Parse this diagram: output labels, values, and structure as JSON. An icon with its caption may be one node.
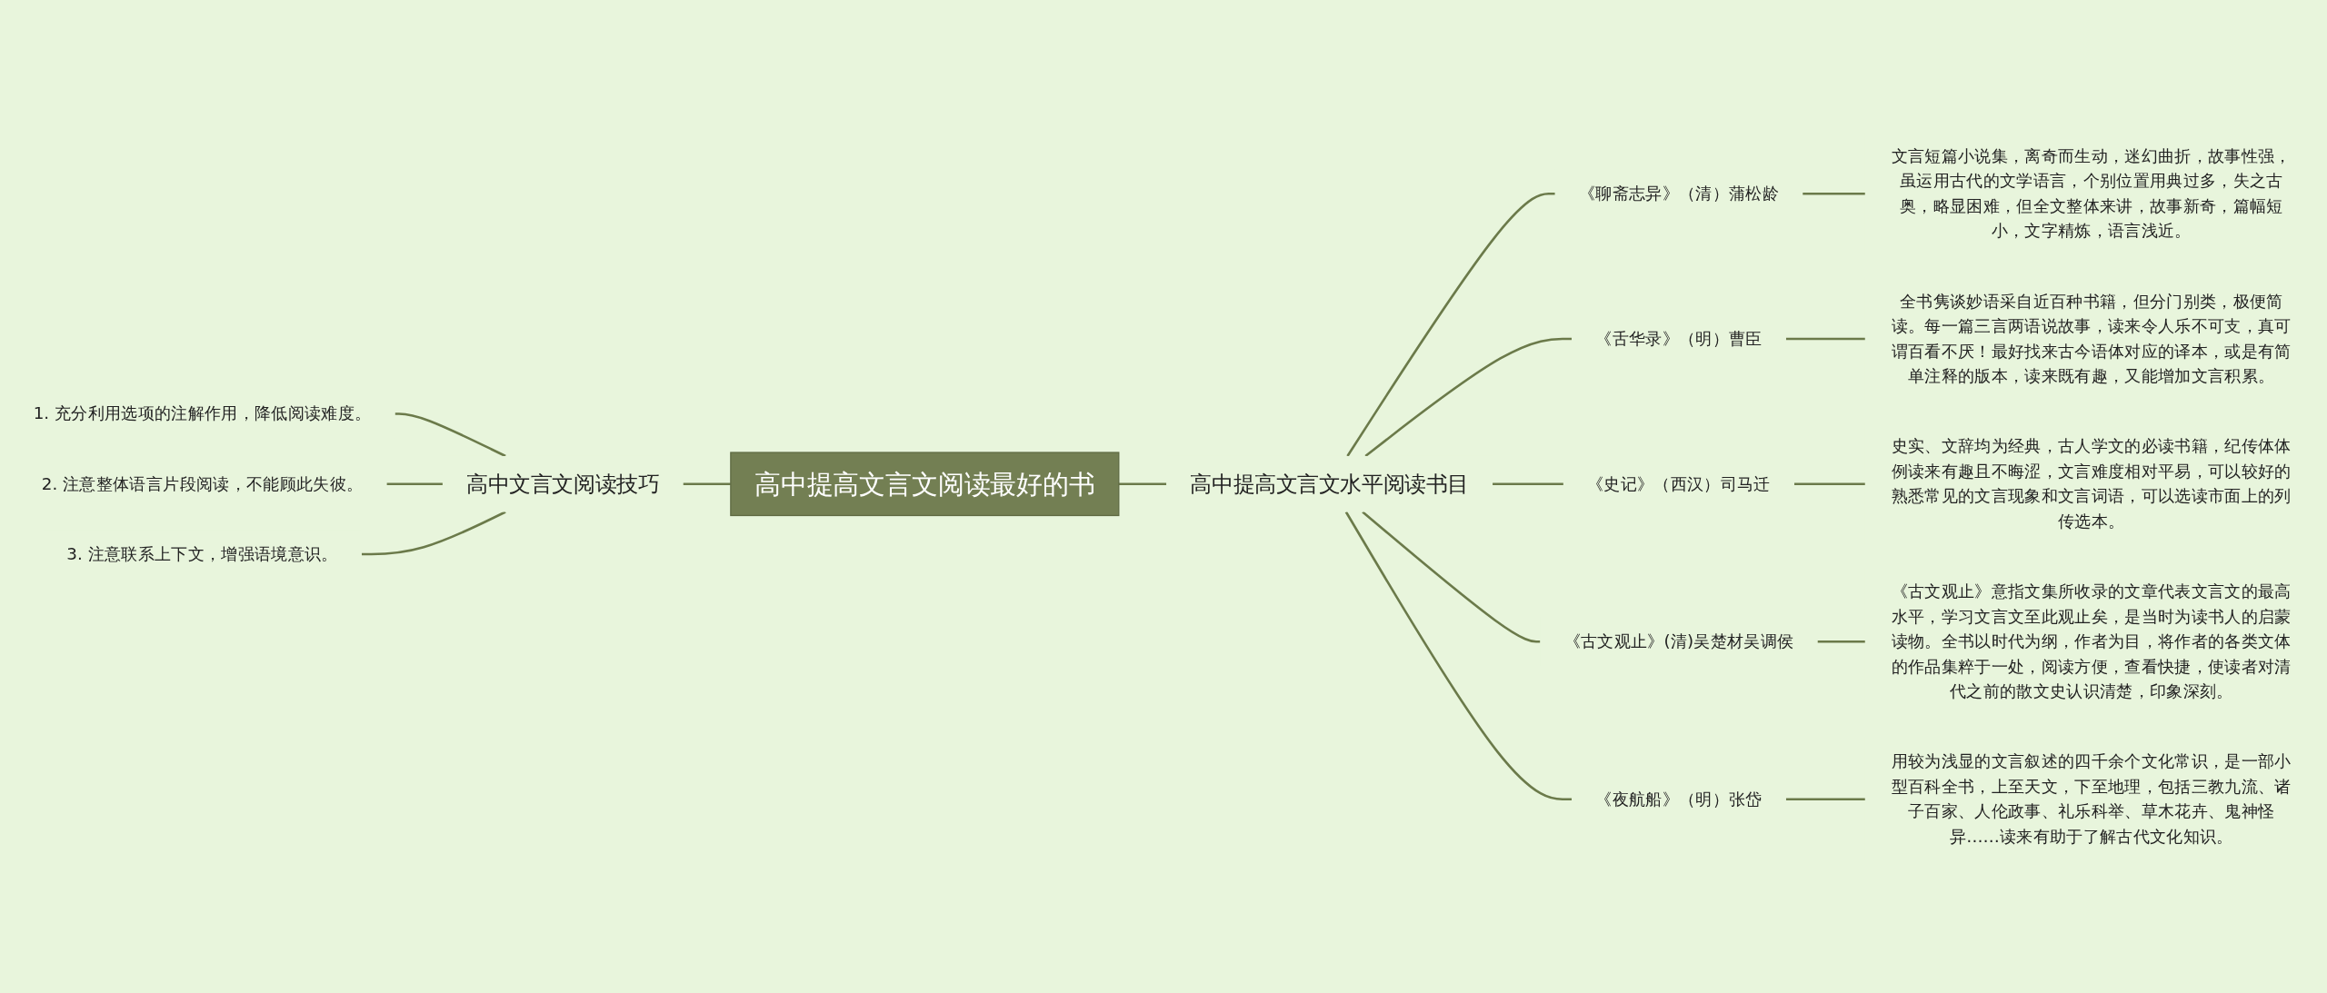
{
  "diagram": {
    "nodes": [
      {
        "text": [
          "高中提高文言文阅读最好的书"
        ]
      },
      {
        "text": [
          "高中文言文阅读技巧"
        ]
      },
      {
        "text": [
          "1. 充分利用选项的注解作用，降低阅读难度。"
        ]
      },
      {
        "text": [
          "2. 注意整体语言片段阅读，不能顾此失彼。"
        ]
      },
      {
        "text": [
          "3. 注意联系上下文，增强语境意识。"
        ]
      },
      {
        "text": [
          "高中提高文言文水平阅读书目"
        ]
      },
      {
        "text": [
          "《聊斋志异》（清）蒲松龄"
        ]
      },
      {
        "text": [
          "文言短篇小说集，离奇而生动，迷幻曲折，故事性强，虽运用古代的文学语言，个别位置用典过多，失之古奥，略显困难，但全文整体来讲，故事新奇，篇幅短小，文字精炼，语言浅近。"
        ]
      },
      {
        "text": [
          "《舌华录》（明）曹臣"
        ]
      },
      {
        "text": [
          "全书隽谈妙语采自近百种书籍，但分门别类，极便简读。每一篇三言两语说故事，读来令人乐不可支，真可谓百看不厌！最好找来古今语体对应的译本，或是有简单注释的版本，读来既有趣，又能增加文言积累。"
        ]
      },
      {
        "text": [
          "《史记》（西汉）司马迁"
        ]
      },
      {
        "text": [
          "史实、文辞均为经典，古人学文的必读书籍，纪传体体例读来有趣且不晦涩，文言难度相对平易，可以较好的熟悉常见的文言现象和文言词语，可以选读市面上的列传选本。"
        ]
      },
      {
        "text": [
          "《古文观止》(清)吴楚材吴调侯"
        ]
      },
      {
        "text": [
          "《古文观止》意指文集所收录的文章代表文言文的最高水平，学习文言文至此观止矣，是当时为读书人的启蒙读物。全书以时代为纲，作者为目，将作者的各类文体的作品集粹于一处，阅读方便，查看快捷，使读者对清代之前的散文史认识清楚，印象深刻。"
        ]
      },
      {
        "text": [
          "《夜航船》（明）张岱"
        ]
      },
      {
        "text": [
          "用较为浅显的文言叙述的四千余个文化常识，是一部小型百科全书，上至天文，下至地理，包括三教九流、诸子百家、人伦政事、礼乐科举、草木花卉、鬼神怪异……读来有助于了解古代文化知识。"
        ]
      }
    ],
    "edges": [
      {
        "from": 1,
        "to": 0,
        "arrow": "none"
      },
      {
        "from": 2,
        "to": 1,
        "arrow": "none"
      },
      {
        "from": 3,
        "to": 1,
        "arrow": "none"
      },
      {
        "from": 4,
        "to": 1,
        "arrow": "none"
      },
      {
        "from": 0,
        "to": 5,
        "arrow": "none"
      },
      {
        "from": 5,
        "to": 6,
        "arrow": "none"
      },
      {
        "from": 6,
        "to": 7,
        "arrow": "none"
      },
      {
        "from": 5,
        "to": 8,
        "arrow": "none"
      },
      {
        "from": 8,
        "to": 9,
        "arrow": "none"
      },
      {
        "from": 5,
        "to": 10,
        "arrow": "none"
      },
      {
        "from": 10,
        "to": 11,
        "arrow": "none"
      },
      {
        "from": 5,
        "to": 12,
        "arrow": "none"
      },
      {
        "from": 12,
        "to": 13,
        "arrow": "none"
      },
      {
        "from": 5,
        "to": 14,
        "arrow": "none"
      },
      {
        "from": 14,
        "to": 15,
        "arrow": "none"
      }
    ]
  }
}
